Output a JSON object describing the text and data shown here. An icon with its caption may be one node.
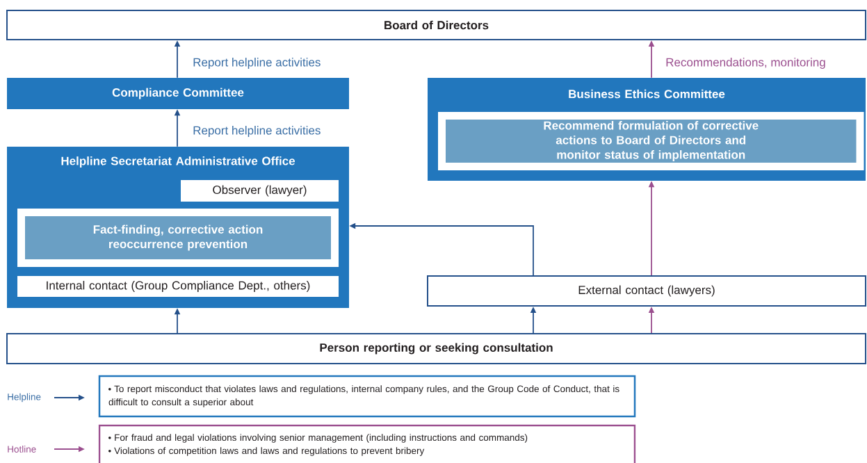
{
  "diagram": {
    "nodes": [
      {
        "text": [
          "Board of Directors"
        ]
      },
      {
        "text": [
          "Compliance Committee"
        ]
      },
      {
        "text": [
          "Helpline Secretariat Administrative Office"
        ]
      },
      {
        "text": [
          "Observer (lawyer)"
        ],
        "in": 2
      },
      {
        "text": [
          "Fact-finding, corrective action reoccurrence prevention"
        ],
        "in": 2
      },
      {
        "text": [
          "Internal contact (Group Compliance Dept., others)"
        ],
        "in": 2
      },
      {
        "text": [
          "Business Ethics Committee"
        ]
      },
      {
        "text": [
          "Recommend formulation of corrective actions to Board of Directors and monitor status of implementation"
        ],
        "in": 6
      },
      {
        "text": [
          "External contact (lawyers)"
        ]
      },
      {
        "text": [
          "Person reporting or seeking consultation"
        ]
      },
      {
        "text": [
          "To report misconduct that violates laws and regulations, internal company rules, and the Group Code of Conduct, that is difficult to consult a superior about"
        ]
      },
      {
        "text": [
          "For fraud and legal violations involving senior management (including instructions and commands)",
          "Violations of competition laws and laws and regulations to prevent bribery"
        ]
      }
    ],
    "edges": [
      {
        "from": 1,
        "to": 0,
        "arrow": "to",
        "label": "Report helpline activities"
      },
      {
        "from": 2,
        "to": 1,
        "arrow": "to",
        "label": "Report helpline activities"
      },
      {
        "from": 6,
        "to": 0,
        "arrow": "to",
        "label": "Recommendations, monitoring",
        "color": "#9b4f8f"
      },
      {
        "from": 8,
        "to": 2,
        "arrow": "to"
      },
      {
        "from": 8,
        "to": 6,
        "arrow": "to",
        "color": "#9b4f8f"
      },
      {
        "from": 9,
        "to": 2,
        "arrow": "to"
      },
      {
        "from": 9,
        "to": 8,
        "arrow": "to"
      },
      {
        "from": 9,
        "to": 8,
        "arrow": "to",
        "color": "#9b4f8f"
      }
    ],
    "legend": [
      {
        "text": "Helpline"
      },
      {
        "text": "Hotline"
      }
    ]
  }
}
